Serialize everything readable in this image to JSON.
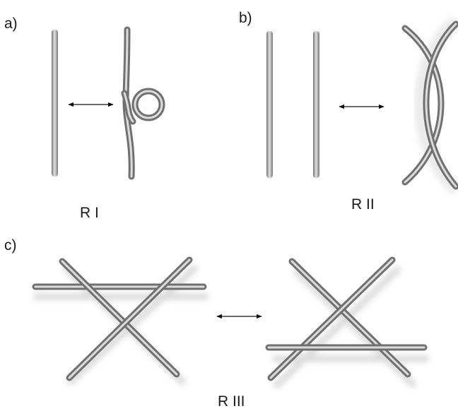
{
  "panels": [
    {
      "letter": "a)",
      "caption": "R I"
    },
    {
      "letter": "b)",
      "caption": "R II"
    },
    {
      "letter": "c)",
      "caption": "R III"
    }
  ],
  "colors": {
    "strand_dark": "#6e6e6e",
    "strand_mid": "#a8a8a8",
    "strand_light": "#e2e2e2",
    "shadow": "#b5b5b5",
    "arrow": "#111111",
    "text": "#1a1a1a"
  }
}
